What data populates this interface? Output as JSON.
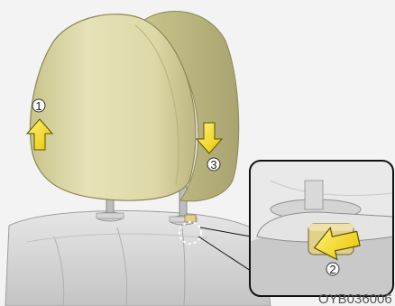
{
  "illustration": {
    "steps": [
      {
        "number": "1",
        "direction": "up"
      },
      {
        "number": "3",
        "direction": "down"
      },
      {
        "number": "2",
        "direction": "press"
      }
    ],
    "code": "OYB036006",
    "colors": {
      "background": "#f3f3f3",
      "headrest": "#ddd8a6",
      "headrest_shade": "#c9c48c",
      "seat": "#d9d9d9",
      "seat_dark": "#bdbdbd",
      "arrow": "#f4dc1a",
      "release_button": "#e0d08a"
    },
    "icons": [
      "up-arrow-icon",
      "down-arrow-icon",
      "press-arrow-icon",
      "dashed-circle-icon"
    ]
  }
}
